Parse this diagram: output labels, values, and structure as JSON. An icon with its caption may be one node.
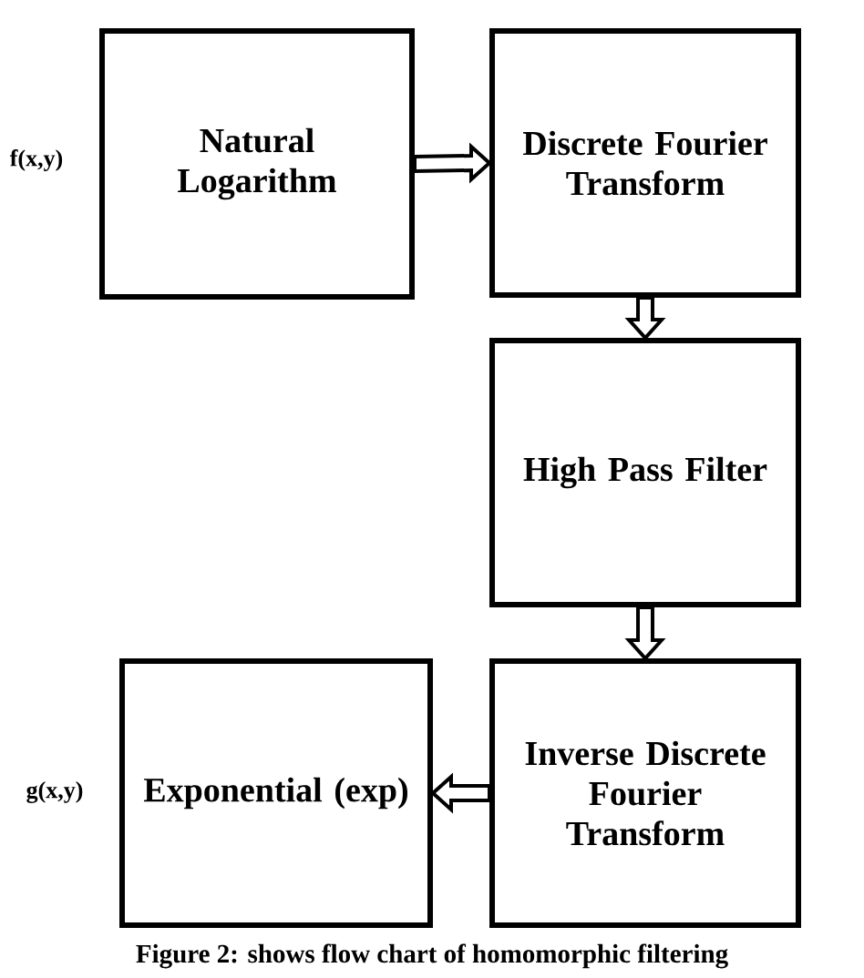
{
  "diagram": {
    "caption": "Figure 2: shows flow chart of homomorphic filtering",
    "nodes": [
      {
        "text": [
          "Natural Logarithm"
        ]
      },
      {
        "text": [
          "Discrete Fourier Transform"
        ]
      },
      {
        "text": [
          "High Pass Filter"
        ]
      },
      {
        "text": [
          "Inverse Discrete Fourier Transform"
        ]
      },
      {
        "text": [
          "Exponential (exp)"
        ]
      }
    ],
    "edges": [
      {
        "from": 0,
        "to": 1,
        "arrow": "to"
      },
      {
        "from": 1,
        "to": 2,
        "arrow": "to"
      },
      {
        "from": 2,
        "to": 3,
        "arrow": "to"
      },
      {
        "from": 3,
        "to": 4,
        "arrow": "to"
      }
    ],
    "labels": [
      "f(x,y)",
      "g(x,y)"
    ]
  }
}
